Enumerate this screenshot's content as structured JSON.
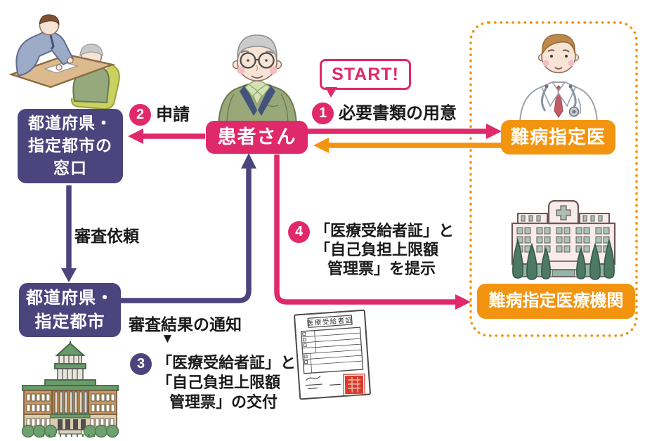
{
  "palette": {
    "pink": "#e0296a",
    "orange": "#f2940f",
    "purple": "#4c447c",
    "ink": "#1a1a1a",
    "seal_red": "#d63b2b"
  },
  "nodes": {
    "window_office": {
      "lines": [
        "都道府県・",
        "指定都市の",
        "窓口"
      ]
    },
    "patient": {
      "label": "患者さん"
    },
    "doctor": {
      "label": "難病指定医"
    },
    "hospital": {
      "label": "難病指定医療機関"
    },
    "prefecture": {
      "lines": [
        "都道府県・",
        "指定都市"
      ]
    }
  },
  "steps": {
    "start": "START!",
    "s1": {
      "num": "1",
      "text": "必要書類の用意"
    },
    "s2": {
      "num": "2",
      "text": "申請"
    },
    "s3": {
      "num": "3",
      "lines": [
        "「医療受給者証」と",
        "「自己負担上限額",
        "管理票」の交付"
      ]
    },
    "s4": {
      "num": "4",
      "lines": [
        "「医療受給者証」と",
        "「自己負担上限額",
        "管理票」を提示"
      ]
    }
  },
  "flow_labels": {
    "examination_request": "審査依頼",
    "examination_result_notice": "審査結果の通知"
  },
  "icons": {
    "result_marker": "▼"
  },
  "document": {
    "title": "医療受給者証"
  }
}
